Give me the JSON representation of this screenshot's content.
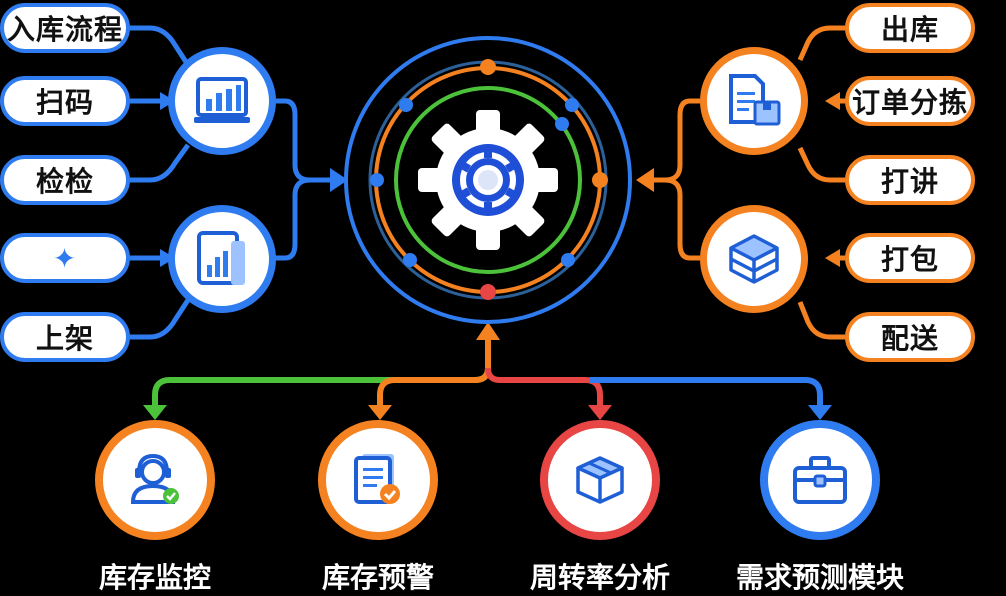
{
  "left_items": [
    "入库流程",
    "扫码",
    "检检",
    "✦",
    "上架"
  ],
  "right_items": [
    "出库",
    "订单分拣",
    "打讲",
    "打包",
    "配送"
  ],
  "bottom_modules": [
    "库存监控",
    "库存预警",
    "周转率分析",
    "需求预测模块"
  ],
  "icons": {
    "left_top": "bar-chart-monitor-icon",
    "left_bottom": "document-chart-icon",
    "right_top": "document-box-icon",
    "right_bottom": "stacked-box-icon",
    "center": "gear-icon",
    "bottom": [
      "person-headset-icon",
      "document-check-icon",
      "open-box-icon",
      "toolbox-icon"
    ]
  },
  "colors": {
    "background": "#000000",
    "blue": "#2f7bf0",
    "orange": "#f58220",
    "green": "#4cc23a",
    "red": "#e84545"
  }
}
